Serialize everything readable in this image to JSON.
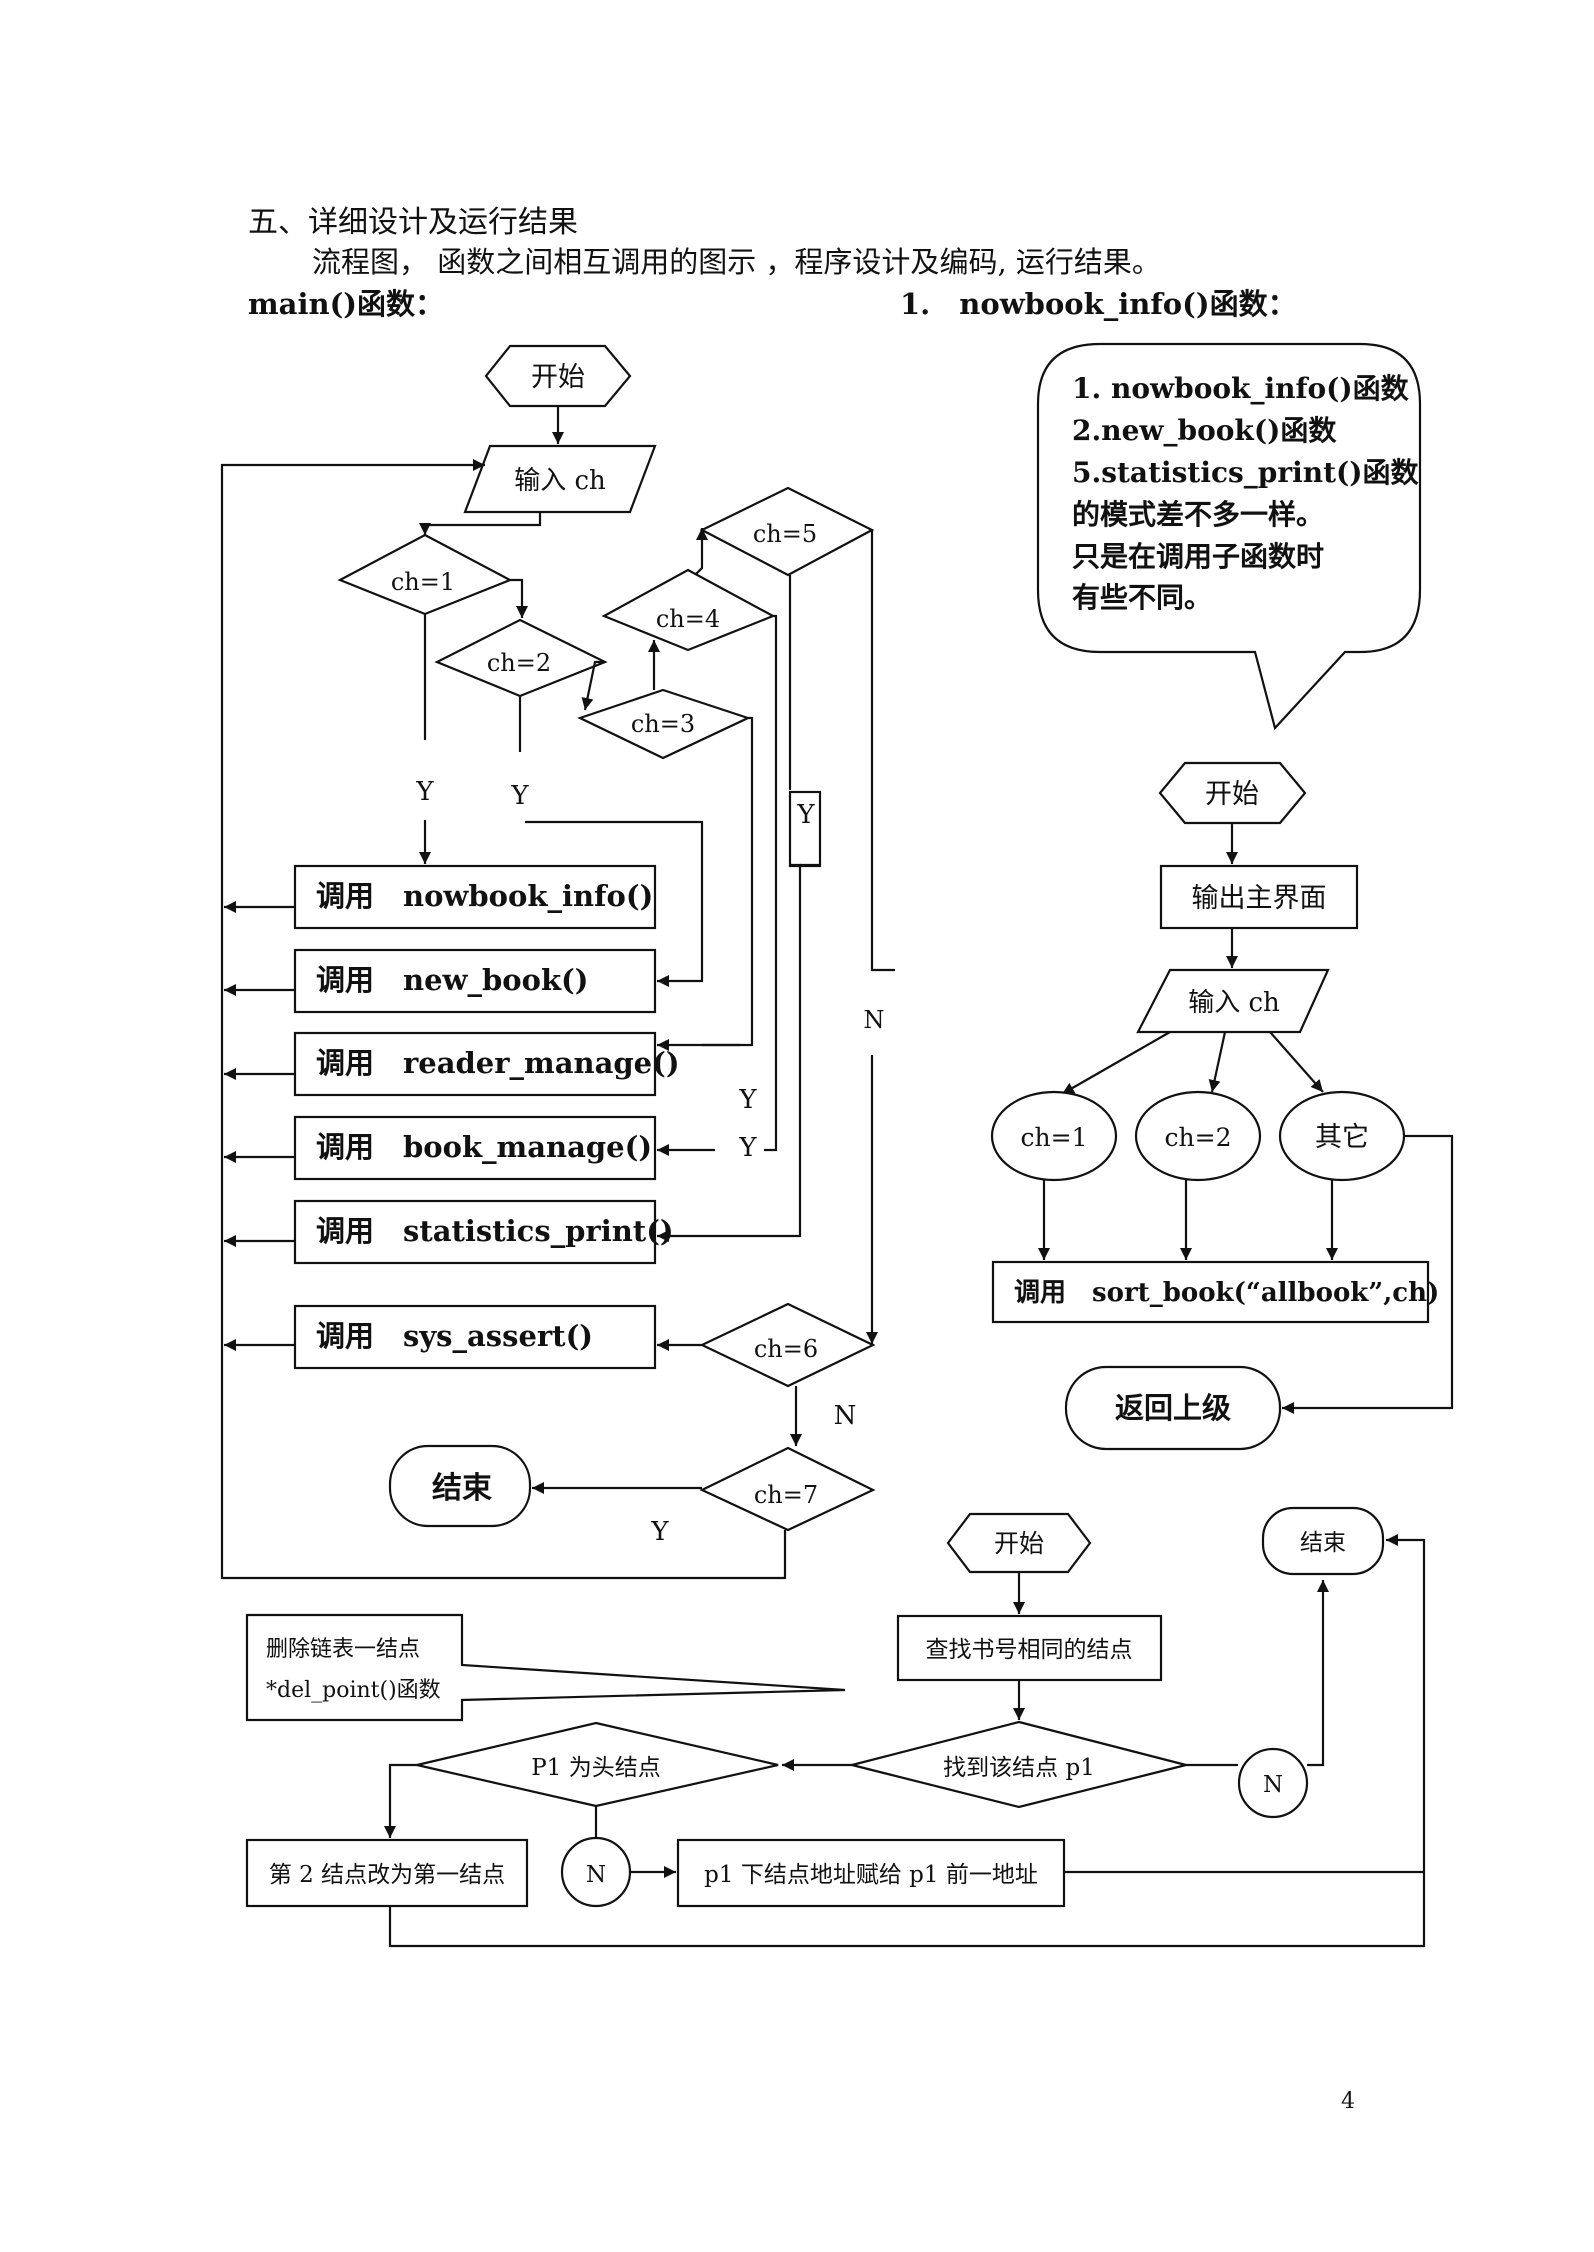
{
  "header": {
    "title": "五、详细设计及运行结果",
    "subtitle": "流程图， 函数之间相互调用的图示 ，程序设计及编码, 运行结果。",
    "main_label": "main()函数：",
    "right_label": "1.　nowbook_info()函数："
  },
  "main_flow": {
    "start": "开始",
    "input": "输入 ch",
    "d1": "ch=1",
    "d2": "ch=2",
    "d3": "ch=3",
    "d4": "ch=4",
    "d5": "ch=5",
    "d6": "ch=6",
    "d7": "ch=7",
    "call1": "调用　nowbook_info()",
    "call2": "调用　new_book()",
    "call3": "调用　reader_manage()",
    "call4": "调用　book_manage()",
    "call5": "调用　statistics_print()",
    "call6": "调用　sys_assert()",
    "end": "结束",
    "yes": "Y",
    "no": "N"
  },
  "callout": {
    "lines": [
      "1. nowbook_info()函数",
      "2.new_book()函数",
      "5.statistics_print()函数",
      "的模式差不多一样。",
      "只是在调用子函数时",
      "有些不同。"
    ]
  },
  "nowbook_flow": {
    "start": "开始",
    "output": "输出主界面",
    "input": "输入 ch",
    "opt1": "ch=1",
    "opt2": "ch=2",
    "opt3": "其它",
    "call": "调用　sort_book(“allbook”,ch)",
    "back": "返回上级"
  },
  "del_flow": {
    "note_line1": "删除链表一结点",
    "note_line2": "*del_point()函数",
    "start": "开始",
    "find": "查找书号相同的结点",
    "found": "找到该结点 p1",
    "is_head": "P1 为头结点",
    "n_label": "N",
    "second_first": "第 2 结点改为第一结点",
    "reassign": "p1 下结点地址赋给 p1 前一地址",
    "end": "结束"
  },
  "footer": {
    "page_number": "4"
  }
}
